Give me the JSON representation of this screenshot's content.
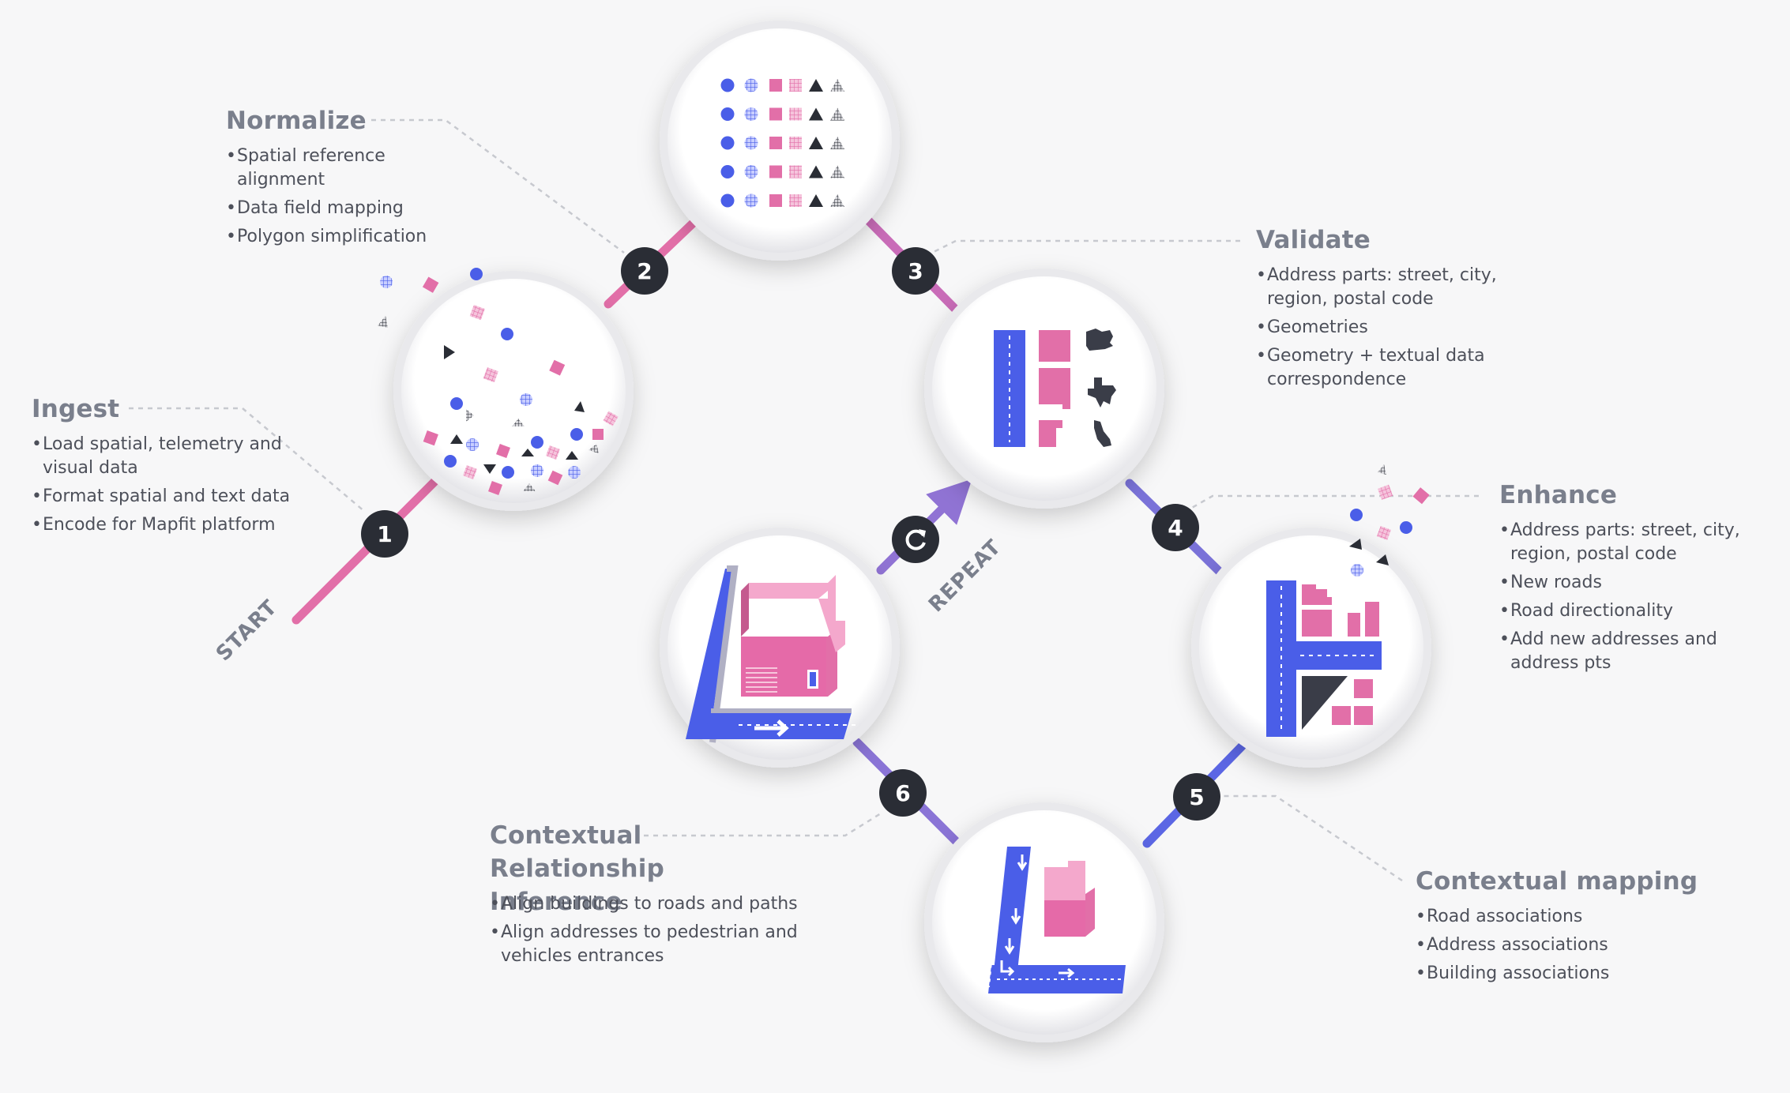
{
  "start_label": "START",
  "repeat_label": "REPEAT",
  "colors": {
    "pink": "#e26fa8",
    "purple": "#9073d4",
    "blue": "#4a5ee8",
    "dark": "#2a2d35",
    "grey_text": "#7a7f8c"
  },
  "steps": [
    {
      "number": "1",
      "title": "Ingest",
      "bullets": [
        "Load spatial, telemetry and visual data",
        "Format spatial and text data",
        "Encode for Mapfit platform"
      ]
    },
    {
      "number": "2",
      "title": "Normalize",
      "bullets": [
        "Spatial reference alignment",
        "Data field mapping",
        "Polygon simplification"
      ]
    },
    {
      "number": "3",
      "title": "Validate",
      "bullets": [
        "Address parts: street, city, region, postal code",
        "Geometries",
        "Geometry + textual data correspondence"
      ]
    },
    {
      "number": "4",
      "title": "Enhance",
      "bullets": [
        "Address parts: street, city, region, postal code",
        "New roads",
        "Road directionality",
        "Add new addresses and address pts"
      ]
    },
    {
      "number": "5",
      "title": "Contextual mapping",
      "bullets": [
        "Road associations",
        "Address associations",
        "Building associations"
      ]
    },
    {
      "number": "6",
      "title": "Contextual Relationship Inference",
      "bullets": [
        "Align buildings to roads and paths",
        "Align addresses to pedestrian and vehicles entrances"
      ]
    }
  ]
}
